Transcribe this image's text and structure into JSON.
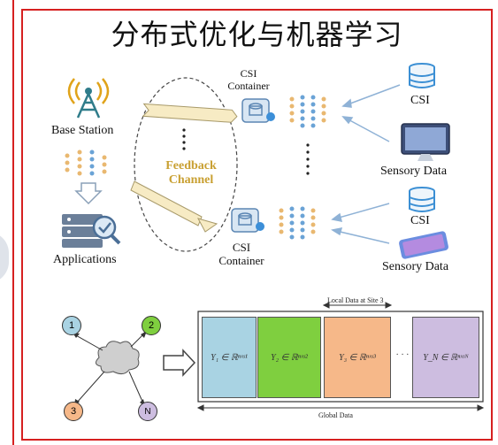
{
  "title": "分布式优化与机器学习",
  "top_diagram": {
    "base_station_label": "Base Station",
    "applications_label": "Applications",
    "feedback_channel_label": [
      "Feedback",
      "Channel"
    ],
    "csi_container_top": [
      "CSI",
      "Container"
    ],
    "csi_container_bottom": [
      "CSI",
      "Container"
    ],
    "csi_top": "CSI",
    "sensory_data_top": "Sensory Data",
    "csi_bottom": "CSI",
    "sensory_data_bottom": "Sensory Data"
  },
  "bottom_diagram": {
    "nodes": [
      "1",
      "2",
      "3",
      "N"
    ],
    "local_data_label": "Local Data at Site 3",
    "global_data_label": "Global Data",
    "blocks": [
      {
        "label": "Y₁ ∈ ℝⁿˣˢ¹",
        "color": "#a9d3e3"
      },
      {
        "label": "Y₂ ∈ ℝⁿˣˢ²",
        "color": "#7fcf3f"
      },
      {
        "label": "Y₃ ∈ ℝⁿˣˢ³",
        "color": "#f6b889"
      },
      {
        "label": "Y_N ∈ ℝⁿˣˢᴺ",
        "color": "#cdbde0"
      }
    ],
    "ellipsis": "· · ·",
    "node_colors": {
      "1": "#a9d3e3",
      "2": "#7fcf3f",
      "3": "#f6b889",
      "N": "#cdbde0"
    }
  }
}
